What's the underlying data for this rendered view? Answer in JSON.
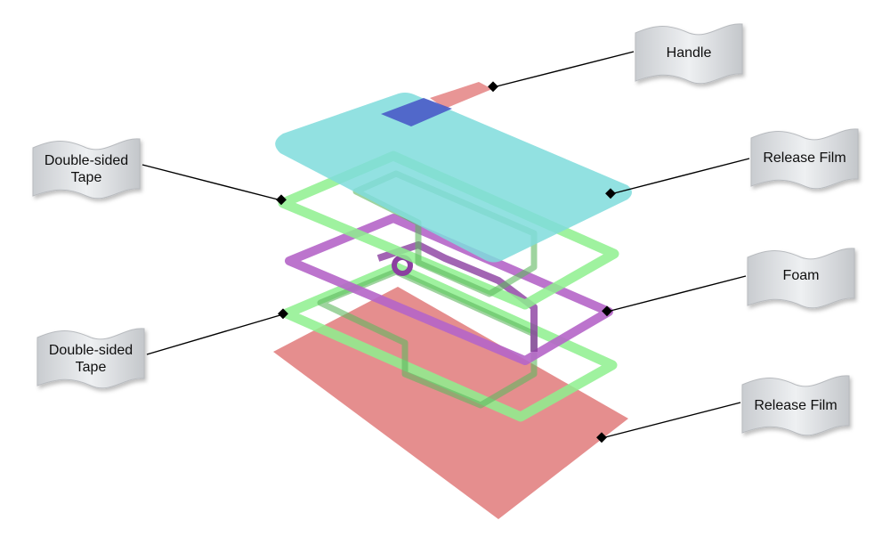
{
  "labels": {
    "handle": {
      "line1": "Handle"
    },
    "release_film_top": {
      "line1": "Release Film"
    },
    "tape_top": {
      "line1": "Double-sided",
      "line2": "Tape"
    },
    "foam": {
      "line1": "Foam"
    },
    "tape_bottom": {
      "line1": "Double-sided",
      "line2": "Tape"
    },
    "release_film_bottom": {
      "line1": "Release Film"
    }
  },
  "colors": {
    "release_film_top": "#7fdcdc",
    "release_film_bottom": "#e07a7a",
    "tape": "#8ef08e",
    "foam": "#b565c8",
    "handle": "#e58a8a",
    "handle_tab": "#4a5bc8"
  }
}
